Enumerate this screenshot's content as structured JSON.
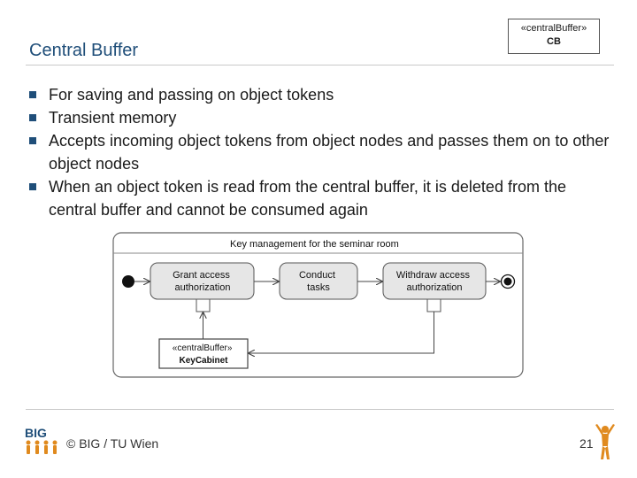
{
  "slide": {
    "title": "Central Buffer",
    "stereotype_box": {
      "stereotype": "«centralBuffer»",
      "name": "CB"
    },
    "bullets": [
      "For saving and passing on object tokens",
      "Transient memory",
      "Accepts incoming object tokens from object nodes and passes them on to other object nodes",
      "When an object token is read from the central buffer, it is deleted from the central buffer and cannot be consumed again"
    ],
    "footer": "© BIG / TU Wien",
    "page_number": "21",
    "logo_text": "BIG"
  },
  "diagram": {
    "activity_name": "Key management for the seminar room",
    "actions": {
      "grant": [
        "Grant access",
        "authorization"
      ],
      "conduct": [
        "Conduct",
        "tasks"
      ],
      "withdraw": [
        "Withdraw access",
        "authorization"
      ]
    },
    "buffer": {
      "stereotype": "«centralBuffer»",
      "name": "KeyCabinet"
    }
  },
  "colors": {
    "title": "#1f4e79",
    "bullet": "#1f4e79",
    "action_fill": "#e6e6e6",
    "logo": "#e08a1e"
  }
}
